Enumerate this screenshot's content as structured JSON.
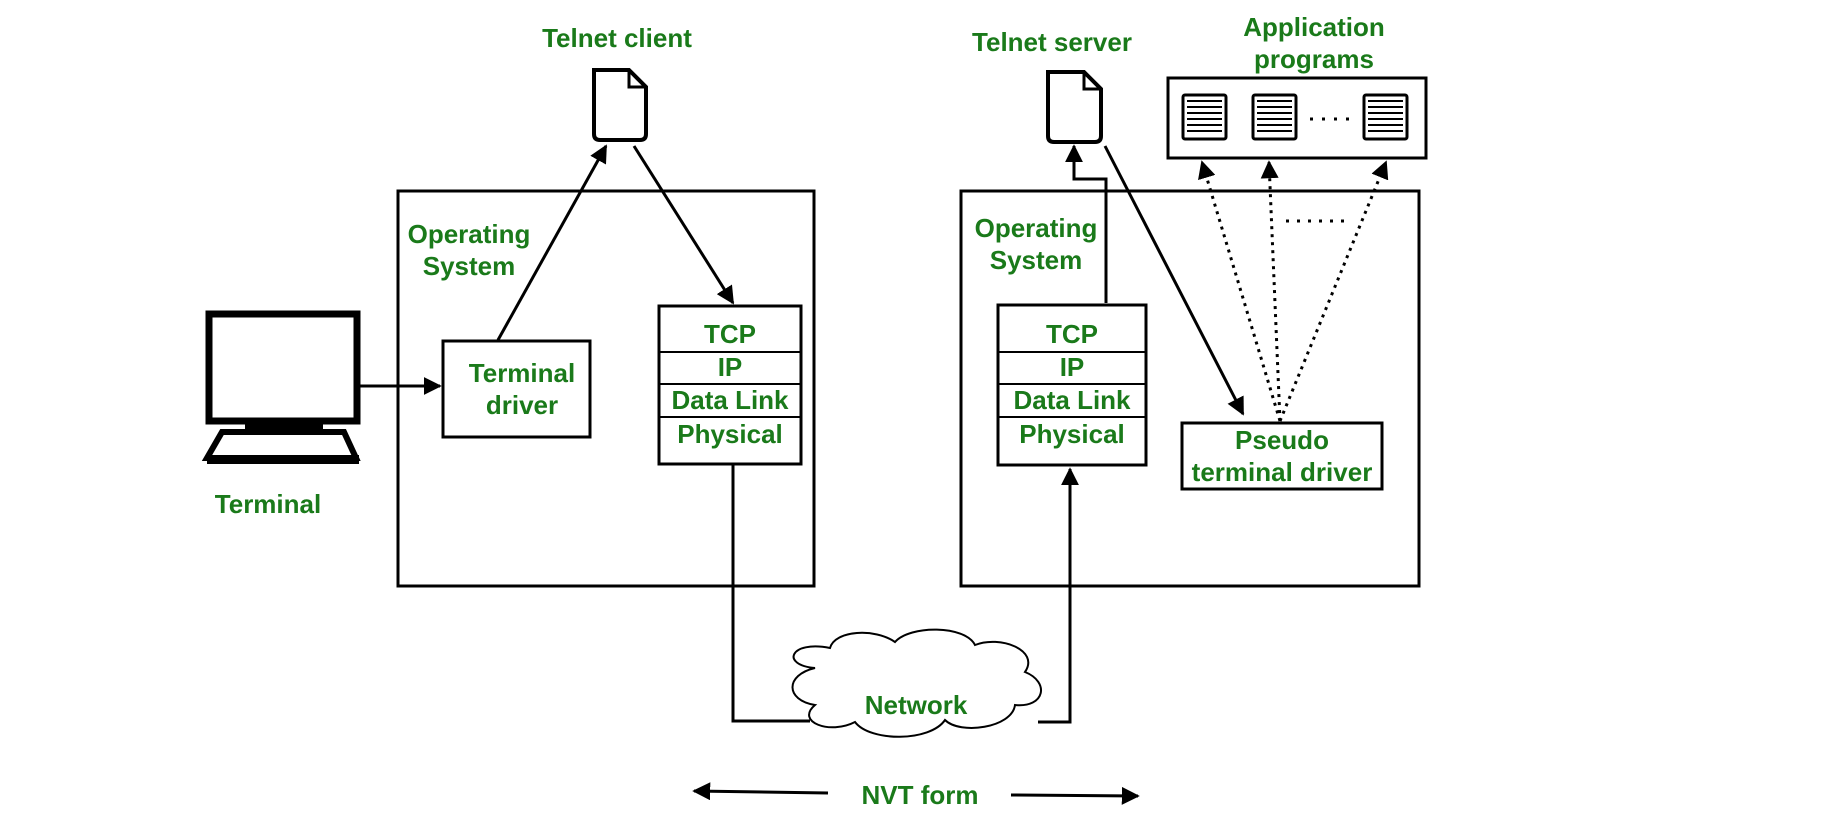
{
  "labels": {
    "telnet_client": "Telnet client",
    "telnet_server": "Telnet server",
    "app_programs_line1": "Application",
    "app_programs_line2": "programs",
    "os_client_line1": "Operating",
    "os_client_line2": "System",
    "os_server_line1": "Operating",
    "os_server_line2": "System",
    "terminal": "Terminal",
    "terminal_driver_line1": "Terminal",
    "terminal_driver_line2": "driver",
    "pseudo_line1": "Pseudo",
    "pseudo_line2": "terminal driver",
    "network": "Network",
    "nvt_form": "NVT form"
  },
  "client_stack": [
    "TCP",
    "IP",
    "Data Link",
    "Physical"
  ],
  "server_stack": [
    "TCP",
    "IP",
    "Data Link",
    "Physical"
  ],
  "app_ellipsis": ". . .",
  "colors": {
    "text": "#1a7a1a",
    "line": "#000000"
  }
}
